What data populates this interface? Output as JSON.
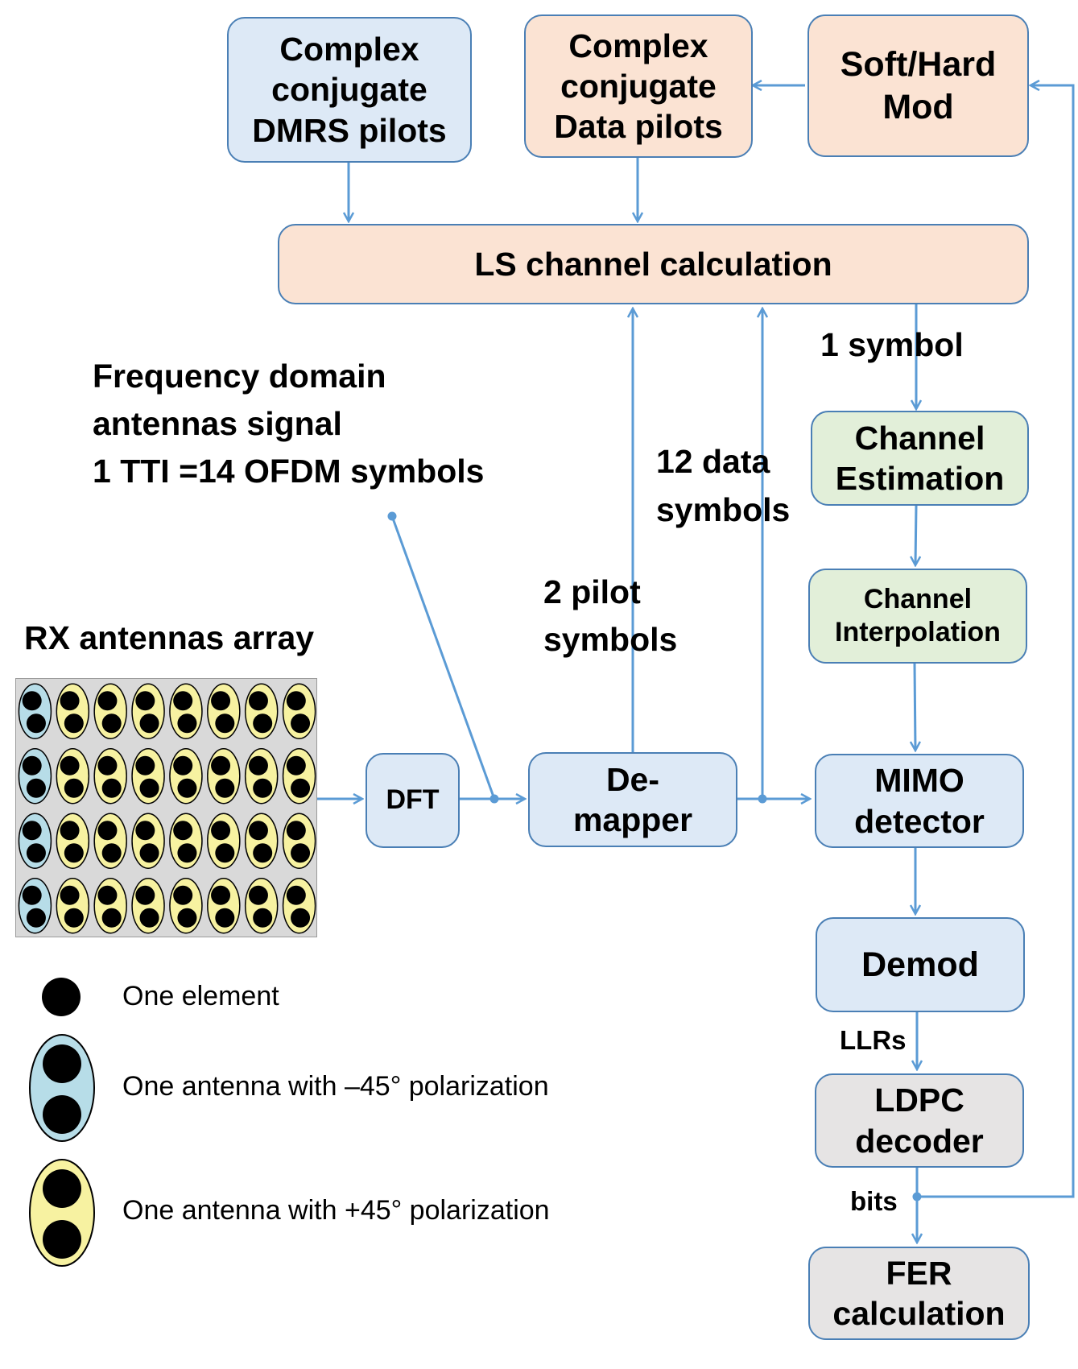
{
  "boxes": {
    "dmrs": "Complex\nconjugate\nDMRS pilots",
    "data_pilots": "Complex\nconjugate\nData pilots",
    "softhard": "Soft/Hard\nMod",
    "ls": "LS channel calculation",
    "chest": "Channel\nEstimation",
    "chinterp": "Channel\nInterpolation",
    "mimo": "MIMO\ndetector",
    "demod": "Demod",
    "ldpc": "LDPC\ndecoder",
    "fer": "FER\ncalculation",
    "dft": "DFT",
    "demapper": "De-\nmapper"
  },
  "labels": {
    "freq": "Frequency domain\nantennas signal\n1 TTI =14 OFDM symbols",
    "rx_array": "RX antennas array",
    "one_symbol": "1 symbol",
    "data_symbols": "12 data\nsymbols",
    "pilot_symbols": "2 pilot\nsymbols",
    "llrs": "LLRs",
    "bits": "bits"
  },
  "legend": {
    "element": "One element",
    "minus45": "One antenna with –45° polarization",
    "plus45": "One antenna with +45° polarization"
  },
  "colors": {
    "line": "#5b9bd5",
    "box_border": "#4a7fb5",
    "blue_fill": "#dde9f6",
    "peach_fill": "#fbe3d3",
    "green_fill": "#e2efd9",
    "grey_fill": "#e6e4e4",
    "minus45_fill": "#b7dde8",
    "plus45_fill": "#f7f2a1"
  },
  "antenna_array": {
    "rows": 4,
    "cols": 8,
    "first_column_polarization": "-45",
    "other_columns_polarization": "+45"
  }
}
